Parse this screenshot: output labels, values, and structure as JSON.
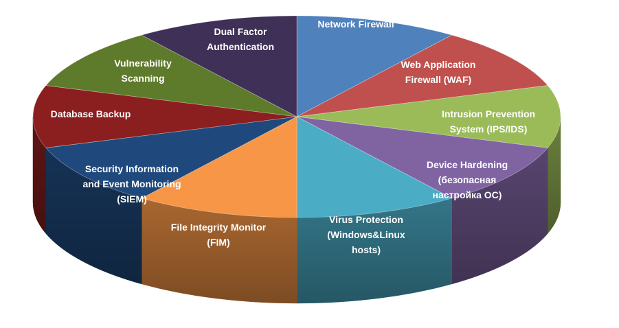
{
  "chart_data": {
    "type": "pie",
    "title": "",
    "categories": [
      "Network Firewall",
      "Web Application Firewall (WAF)",
      "Intrusion Prevention System (IPS/IDS)",
      "Device Hardening (безопасная настройка ОС)",
      "Virus Protection (Windows&Linux hosts)",
      "File Integrity Monitor (FIM)",
      "Security Information and Event Monitoring (SIEM)",
      "Database Backup",
      "Vulnerability Scanning",
      "Dual Factor Authentication"
    ],
    "values": [
      10,
      10,
      10,
      10,
      10,
      10,
      10,
      10,
      10,
      10
    ],
    "label_lines": [
      [
        "Network Firewall"
      ],
      [
        "Web Application",
        "Firewall (WAF)"
      ],
      [
        "Intrusion Prevention",
        "System (IPS/IDS)"
      ],
      [
        "Device Hardening",
        "(безопасная",
        "настройка ОС)"
      ],
      [
        "Virus Protection",
        "(Windows&Linux",
        "hosts)"
      ],
      [
        "File Integrity Monitor",
        "(FIM)"
      ],
      [
        "Security Information",
        "and Event Monitoring",
        "(SIEM)"
      ],
      [
        "Database Backup"
      ],
      [
        "Vulnerability",
        "Scanning"
      ],
      [
        "Dual Factor",
        "Authentication"
      ]
    ],
    "colors": [
      "#4f81bd",
      "#c0504d",
      "#9bbb59",
      "#8064a2",
      "#4bacc6",
      "#f79646",
      "#1f497d",
      "#8b1e1e",
      "#5e7a2b",
      "#3f3057"
    ],
    "style": "3d-pie",
    "legend": "none"
  }
}
